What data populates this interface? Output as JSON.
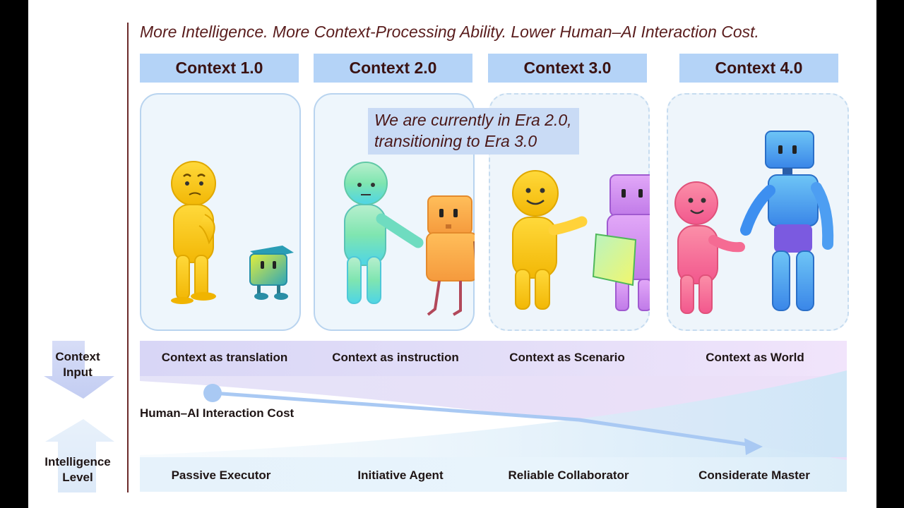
{
  "headline": "More Intelligence. More Context-Processing Ability. Lower Human–AI Interaction Cost.",
  "eras": [
    {
      "title": "Context 1.0",
      "context_input": "Context as translation",
      "intelligence_level": "Passive Executor"
    },
    {
      "title": "Context 2.0",
      "context_input": "Context as instruction",
      "intelligence_level": "Initiative Agent"
    },
    {
      "title": "Context 3.0",
      "context_input": "Context as Scenario",
      "intelligence_level": "Reliable Collaborator"
    },
    {
      "title": "Context 4.0",
      "context_input": "Context as World",
      "intelligence_level": "Considerate Master"
    }
  ],
  "current_era_note": {
    "line1": "We are currently  in Era 2.0,",
    "line2": "transitioning to Era 3.0"
  },
  "side_labels": {
    "context_input_line1": "Context",
    "context_input_line2": "Input",
    "intelligence_level_line1": "Intelligence",
    "intelligence_level_line2": "Level"
  },
  "cost_label": "Human–AI Interaction Cost",
  "colors": {
    "header_bg": "#b4d3f7",
    "headline_text": "#5a1d1d",
    "arrow": "#a9c9f3"
  }
}
